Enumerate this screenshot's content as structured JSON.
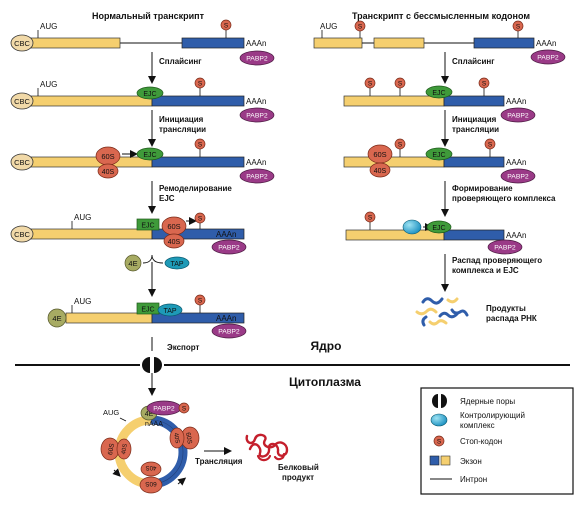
{
  "diagram": {
    "left_title": "Нормальный транскрипт",
    "right_title": "Транскрипт с бессмысленным кодоном",
    "labels": {
      "aug": "AUG",
      "cbc": "CBC",
      "aaan": "AAAn",
      "pabp2": "PABP2",
      "stop": "S",
      "ejc": "EJC",
      "r60s": "60S",
      "r40s": "40S",
      "e4": "4E",
      "tap": "TAP",
      "naaa": "nAAA"
    },
    "steps_left": {
      "splicing": "Сплайсинг",
      "initiation_1": "Инициация",
      "initiation_2": "трансляции",
      "remodel_1": "Ремоделирование",
      "remodel_2": "EJC",
      "export": "Экспорт"
    },
    "steps_right": {
      "splicing": "Сплайсинг",
      "initiation_1": "Инициация",
      "initiation_2": "трансляции",
      "formation_1": "Формирование",
      "formation_2": "проверяющего комплекса",
      "decay_1": "Распад проверяющего",
      "decay_2": "комплекса и EJC",
      "products_1": "Продукты",
      "products_2": "распада РНК"
    },
    "nucleus": "Ядро",
    "cytoplasm": "Цитоплазма",
    "translation": "Трансляция",
    "protein_1": "Белковый",
    "protein_2": "продукт"
  },
  "legend": {
    "items": [
      {
        "label": "Ядерные поры"
      },
      {
        "label_1": "Контролирующий",
        "label_2": "комплекс"
      },
      {
        "label": "Стоп-кодон"
      },
      {
        "label": "Экзон"
      },
      {
        "label": "Интрон"
      }
    ]
  },
  "colors": {
    "exon_yellow": "#f5cf6f",
    "exon_blue": "#2f5daa",
    "ejc_green": "#3f9a3a",
    "ribosome": "#d9674f",
    "pabp_purple": "#9a3a87",
    "cbc_tan": "#f1d9a8",
    "e4_olive": "#a7ab63",
    "tap_teal": "#1e9ab7",
    "protein_red": "#c41f2c"
  }
}
